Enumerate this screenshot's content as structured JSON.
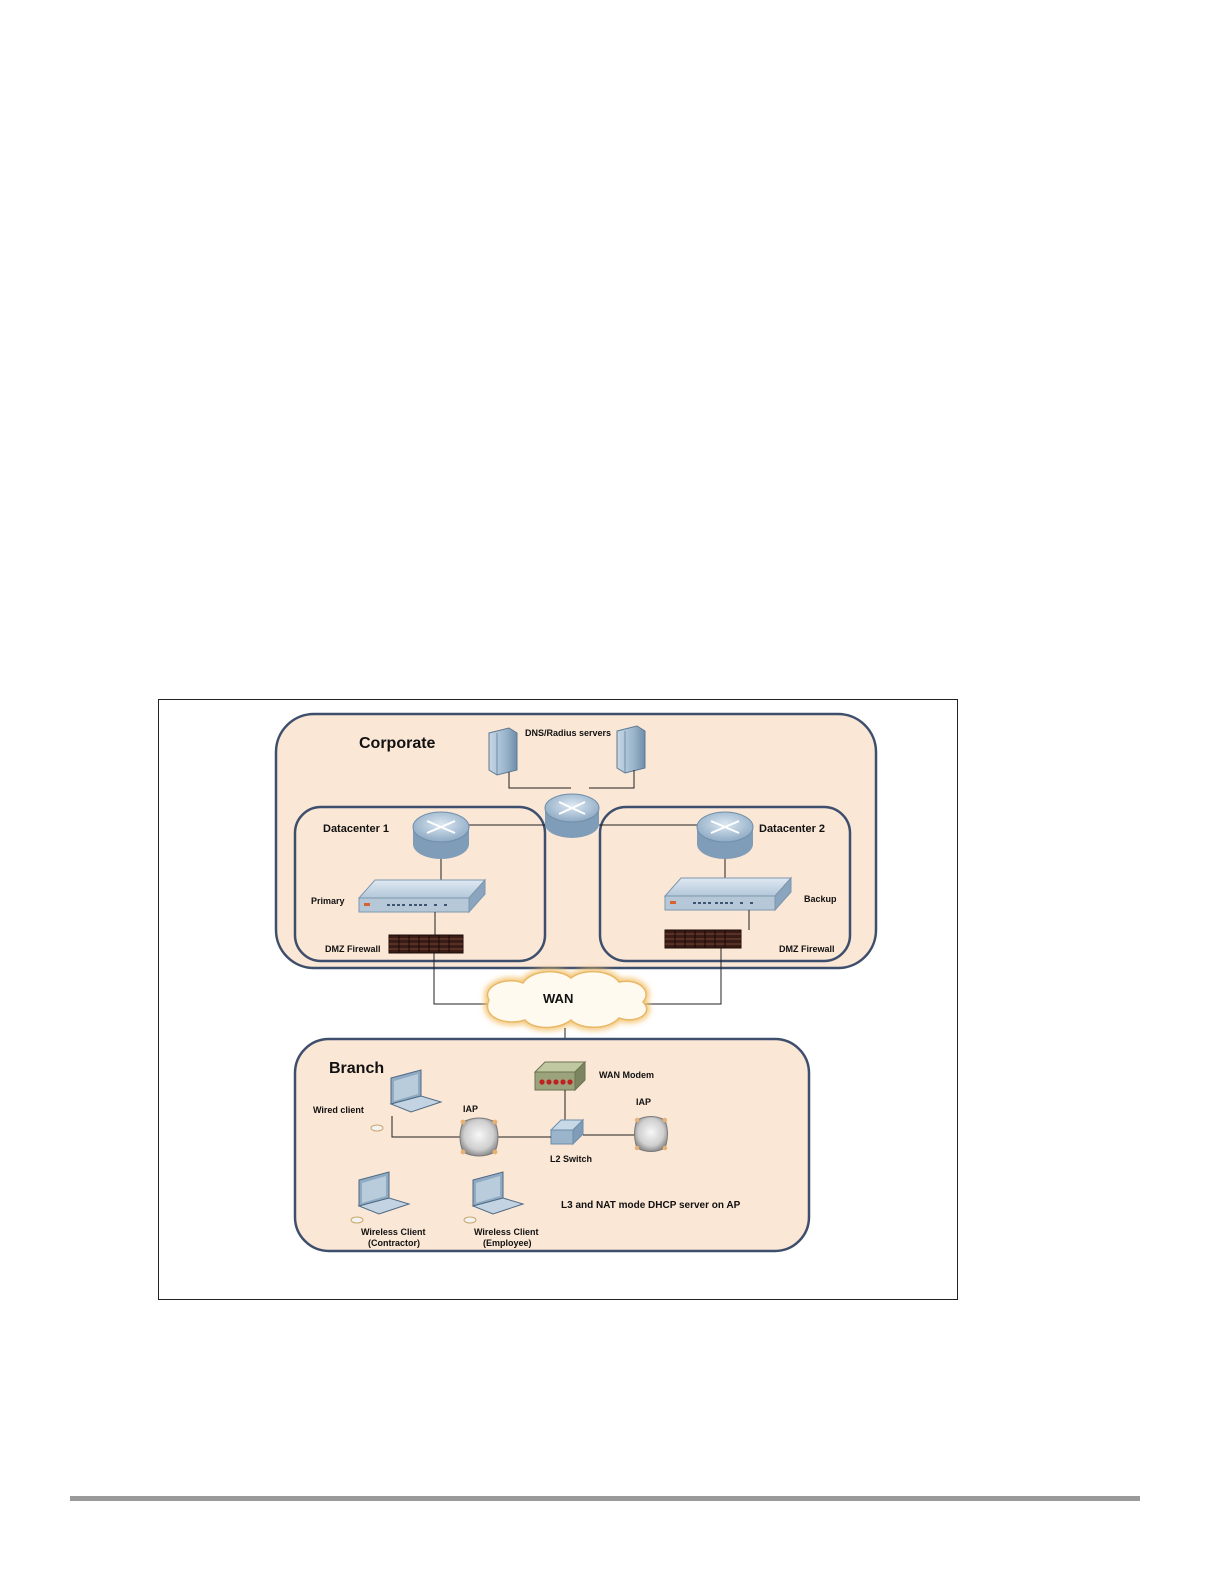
{
  "diagram": {
    "corporate": {
      "title": "Corporate",
      "servers_label": "DNS/Radius servers",
      "datacenter1": {
        "title": "Datacenter 1",
        "controller_label": "Primary",
        "firewall_label": "DMZ Firewall"
      },
      "datacenter2": {
        "title": "Datacenter 2",
        "controller_label": "Backup",
        "firewall_label": "DMZ Firewall"
      }
    },
    "wan": {
      "label": "WAN"
    },
    "branch": {
      "title": "Branch",
      "modem_label": "WAN Modem",
      "wired_client_label": "Wired client",
      "iap_left_label": "IAP",
      "iap_right_label": "IAP",
      "switch_label": "L2 Switch",
      "note": "L3 and NAT mode DHCP server  on AP",
      "client_contractor_line1": "Wireless Client",
      "client_contractor_line2": "(Contractor)",
      "client_employee_line1": "Wireless Client",
      "client_employee_line2": "(Employee)"
    }
  },
  "colors": {
    "zone_fill": "#fbe7d6",
    "zone_border": "#3d4f6c",
    "device_blue": "#aec4d8",
    "firewall": "#3a1c16",
    "wan_glow": "#f3c16a",
    "footer_rule": "#9a9a9a"
  }
}
